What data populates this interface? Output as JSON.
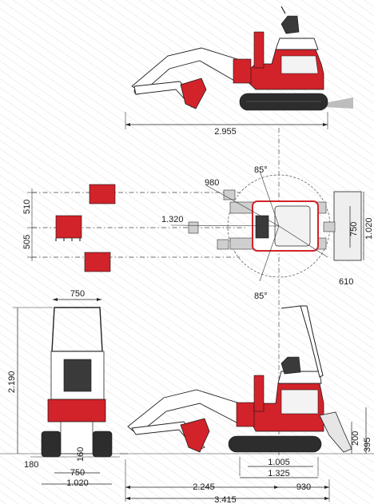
{
  "colors": {
    "brand_red": "#d2232a",
    "track": "#2d2d2d",
    "line": "#222222",
    "hatch": "#e8e8e8"
  },
  "dimensions": {
    "top_length": "2.955",
    "angle_top": "85°",
    "angle_bottom": "85°",
    "radius_980": "980",
    "radius_1320": "1.320",
    "radius_610": "610",
    "offset_510": "510",
    "offset_505": "505",
    "blade_750_right": "750",
    "width_1020_right": "1.020",
    "front_width_top": "750",
    "height_2190": "2.190",
    "ground_180": "180",
    "ground_160": "160",
    "track_750_front": "750",
    "track_1020_front": "1.020",
    "track_1005": "1.005",
    "track_1325": "1.325",
    "length_2245": "2.245",
    "tail_930": "930",
    "total_3415": "3.415",
    "blade_200": "200",
    "blade_395": "395"
  }
}
